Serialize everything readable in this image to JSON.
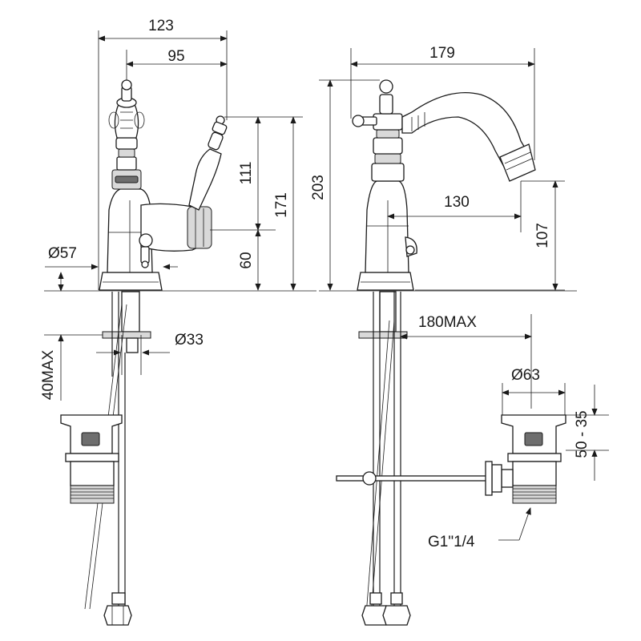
{
  "drawing": {
    "front_view": {
      "width_total": "123",
      "spout_to_handle": "95",
      "diameter_base": "Ø57",
      "handle_height": "111",
      "handle_axis_height": "171",
      "lever_axis_height": "60",
      "max_deck_thickness": "40MAX",
      "diameter_shank": "Ø33"
    },
    "side_view": {
      "total_reach": "179",
      "total_height": "203",
      "spout_reach": "130",
      "spout_outlet_height": "107",
      "max_rod_length": "180MAX",
      "waste_diameter": "Ø63",
      "waste_adjust_range": "50 - 35",
      "thread_size": "G1\"1/4"
    }
  }
}
